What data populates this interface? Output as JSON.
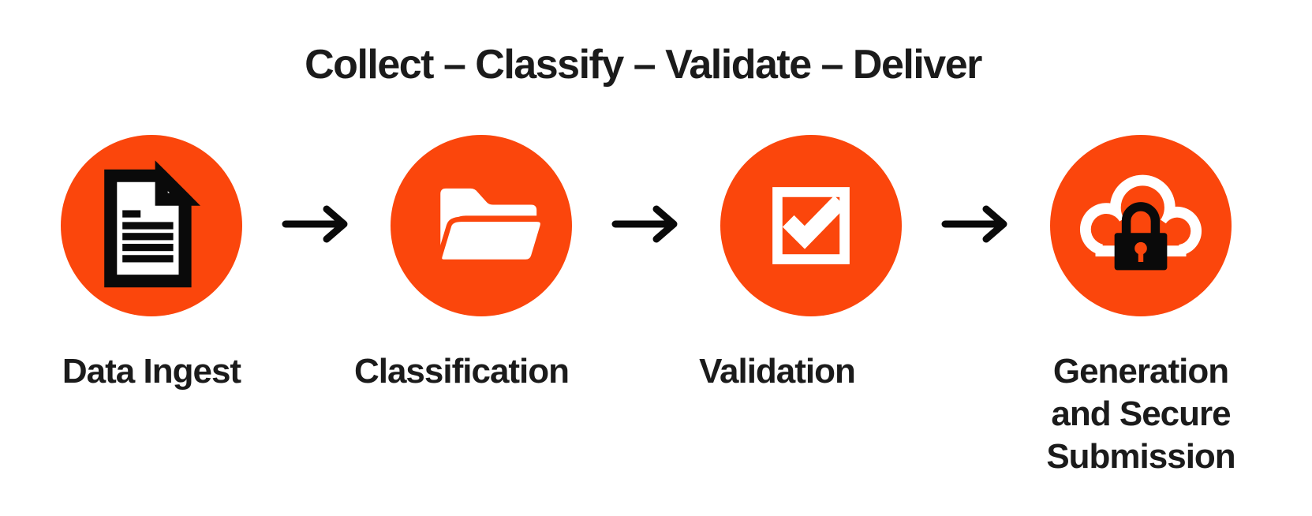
{
  "title": "Collect – Classify – Validate – Deliver",
  "steps": [
    {
      "label": "Data Ingest",
      "icon": "document-icon"
    },
    {
      "label": "Classification",
      "icon": "open-folder-icon"
    },
    {
      "label": "Validation",
      "icon": "checkbox-checked-icon"
    },
    {
      "label": "Generation and Secure Submission",
      "icon": "cloud-lock-icon"
    }
  ],
  "connectors": {
    "icon": "right-arrow-icon",
    "count": 3
  },
  "colors": {
    "accent_orange": "#FB460C",
    "icon_black": "#0A0A0A",
    "icon_white": "#FFFFFF",
    "text_black": "#1B1B1B",
    "background": "#FFFFFF"
  }
}
